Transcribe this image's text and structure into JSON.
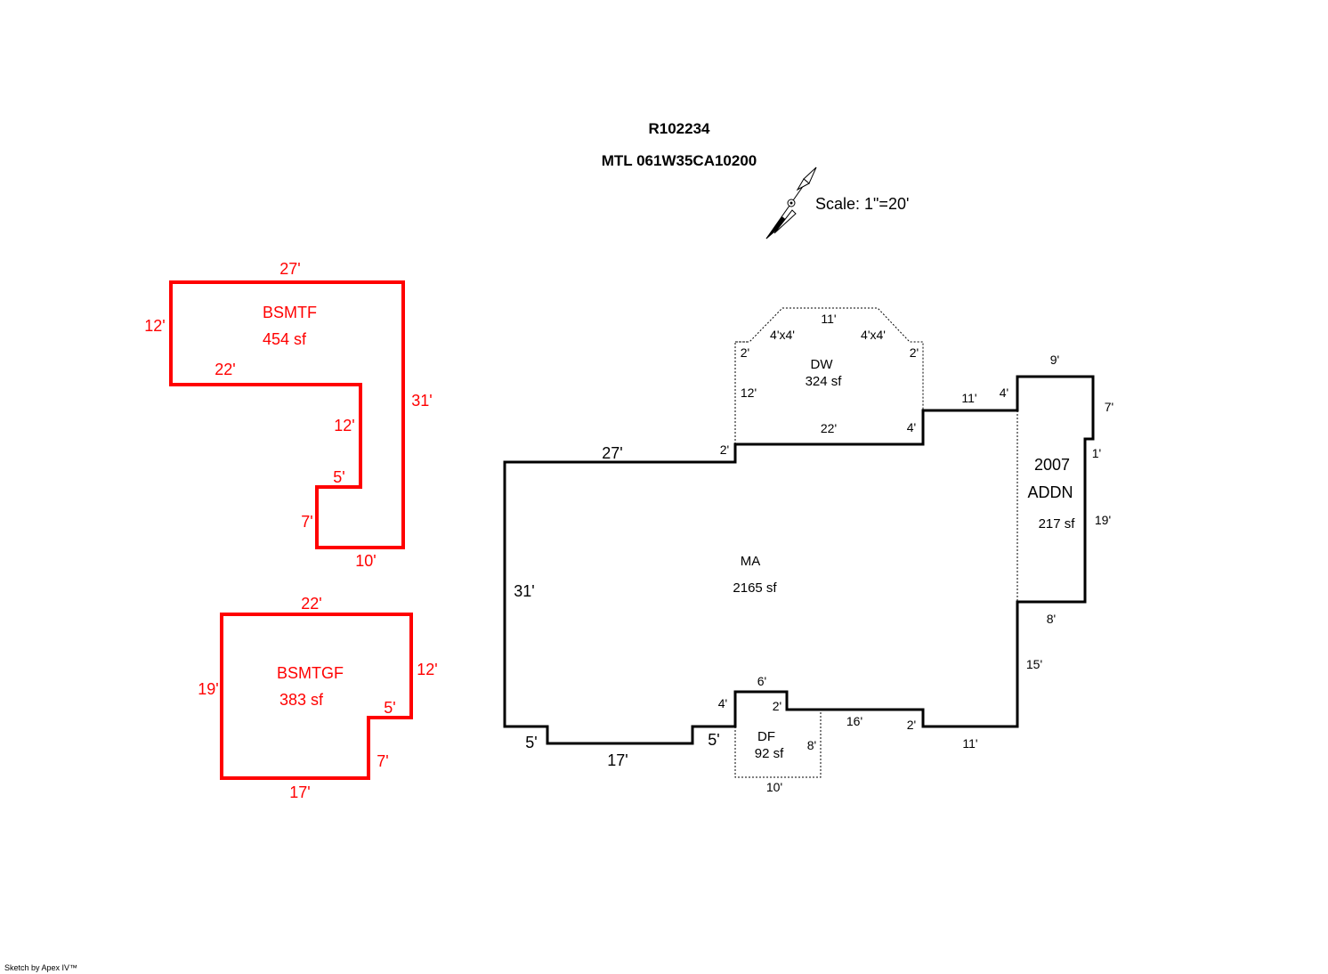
{
  "header": {
    "record_id": "R102234",
    "map_ref": "MTL  061W35CA10200"
  },
  "scale_label": "Scale: 1\"=20'",
  "compass": {
    "icon": "north-arrow-icon"
  },
  "credit": "Sketch by Apex IV™",
  "colors": {
    "basement": "#ff0000",
    "main": "#000000"
  },
  "areas": {
    "bsmtf": {
      "name": "BSMTF",
      "area": "454 sf",
      "dims": {
        "top": "27'",
        "left": "12'",
        "inner_top": "22'",
        "inner_vert": "12'",
        "notch_top": "5'",
        "notch_side": "7'",
        "bottom": "10'",
        "right": "31'"
      }
    },
    "bsmtgf": {
      "name": "BSMTGF",
      "area": "383 sf",
      "dims": {
        "top": "22'",
        "left": "19'",
        "right": "12'",
        "notch_top": "5'",
        "notch_side": "7'",
        "bottom": "17'"
      }
    },
    "ma": {
      "name": "MA",
      "area": "2165 sf",
      "dims": {
        "top": "27'",
        "left": "31'",
        "step_left": "5'",
        "bottom_left": "17'",
        "step_mid": "5'",
        "top_step": "2'",
        "top_mid": "22'",
        "step_up": "4'",
        "top_right": "11'",
        "add_step": "4'",
        "rear_bottom": "8'",
        "rear_side": "15'",
        "bottom_right": "11'",
        "bottom_step": "2'",
        "bottom_mid": "16'",
        "df_top": "6'",
        "df_step_left": "4'",
        "df_step_right": "2'"
      }
    },
    "dw": {
      "name": "DW",
      "area": "324 sf",
      "dims": {
        "top": "11'",
        "corner_left": "4'x4'",
        "corner_right": "4'x4'",
        "side_left": "2'",
        "side_right": "2'",
        "inner_left": "12'"
      }
    },
    "addn": {
      "name_line1": "2007",
      "name_line2": "ADDN",
      "area": "217 sf",
      "dims": {
        "top": "9'",
        "right_top": "7'",
        "step": "1'",
        "right": "19'"
      }
    },
    "df": {
      "name": "DF",
      "area": "92 sf",
      "dims": {
        "right": "8'",
        "bottom": "10'"
      }
    }
  }
}
